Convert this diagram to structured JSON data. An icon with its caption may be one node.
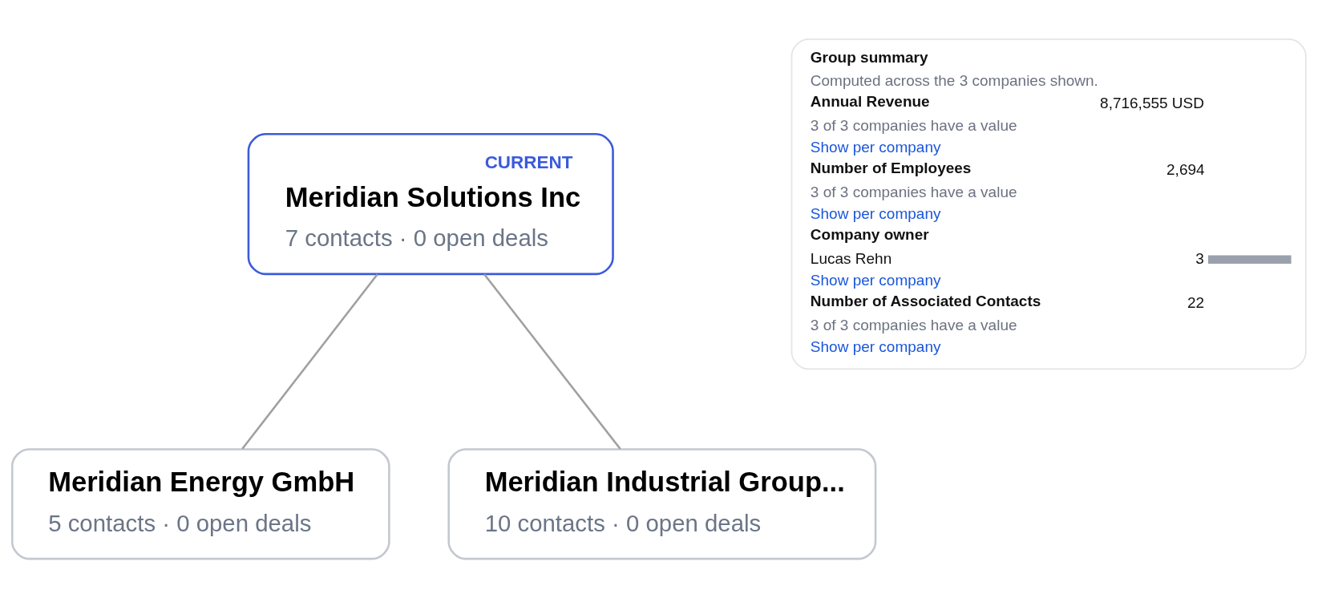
{
  "diagram": {
    "nodes": [
      {
        "text": [
          "CURRENT",
          "Meridian Solutions Inc",
          "7 contacts · 0 open deals"
        ]
      },
      {
        "text": [
          "Meridian Energy GmbH",
          "5 contacts · 0 open deals"
        ]
      },
      {
        "text": [
          "Meridian Industrial Group...",
          "10 contacts · 0 open deals"
        ]
      },
      {
        "text": [
          "Group summary",
          "Computed across the 3 companies shown.",
          "Annual Revenue",
          "8,716,555 USD",
          "3 of 3 companies have a value",
          "Show per company",
          "Number of Employees",
          "2,694",
          "3 of 3 companies have a value",
          "Show per company",
          "Company owner",
          "Lucas Rehn",
          "3",
          "Show per company",
          "Number of Associated Contacts",
          "22",
          "3 of 3 companies have a value",
          "Show per company"
        ]
      }
    ],
    "edges": [
      {
        "from": 0,
        "to": 1,
        "arrow": "none"
      },
      {
        "from": 0,
        "to": 2,
        "arrow": "none"
      }
    ]
  }
}
